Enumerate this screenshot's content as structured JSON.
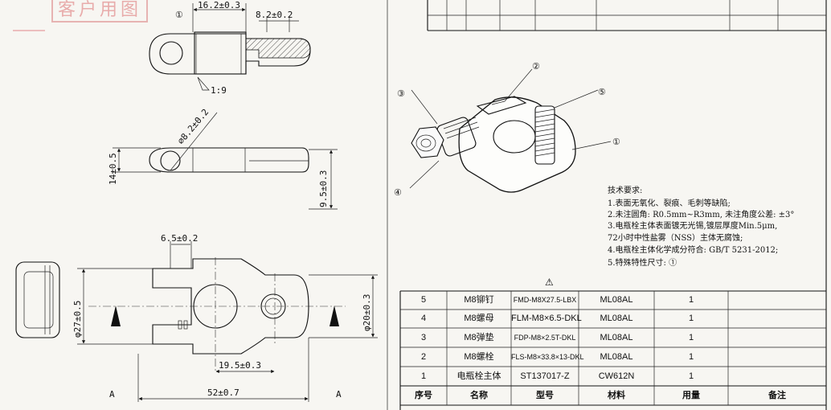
{
  "stamp": {
    "text": "客户用图"
  },
  "drawing": {
    "view_top": {
      "balloon": "①",
      "dim_width": "16.2±0.3",
      "dim_step": "8.2±0.2",
      "taper": "1:9"
    },
    "view_side": {
      "dim_hole": "⌀8.2±0.2",
      "dim_height": "14±0.5",
      "dim_offset": "9.5±0.3"
    },
    "view_plan": {
      "dim_slot": "6.5±0.2",
      "dim_outer": "φ27±0.5",
      "dim_eye": "φ20±0.3",
      "dim_centers": "19.5±0.3",
      "dim_length": "52±0.7",
      "section_left": "A",
      "section_right": "A"
    },
    "iso_balloons": [
      "①",
      "②",
      "③",
      "④",
      "⑤"
    ]
  },
  "requirements": {
    "title": "技术要求:",
    "items": [
      "1.表面无氧化、裂痕、毛刺等缺陷;",
      "2.未注圆角: R0.5mm~R3mm, 未注角度公差: ±3°",
      "3.电瓶栓主体表面镀无光锡,镀层厚度Min.5μm,",
      "   72小时中性盐雾（NSS）主体无腐蚀;",
      "4.电瓶栓主体化学成分符合: GB/T 5231-2012;",
      "5.特殊特性尺寸: ①"
    ]
  },
  "bom": {
    "revision_mark": "⚠",
    "headers": [
      "序号",
      "名称",
      "型号",
      "材料",
      "用量",
      "备注"
    ],
    "rows": [
      [
        "5",
        "M8铆钉",
        "FMD-M8X27.5-LBX",
        "ML08AL",
        "1",
        ""
      ],
      [
        "4",
        "M8螺母",
        "FLM-M8×6.5-DKL",
        "ML08AL",
        "1",
        ""
      ],
      [
        "3",
        "M8弹垫",
        "FDP-M8×2.5T-DKL",
        "ML08AL",
        "1",
        ""
      ],
      [
        "2",
        "M8螺栓",
        "FLS-M8×33.8×13-DKL",
        "ML08AL",
        "1",
        ""
      ],
      [
        "1",
        "电瓶栓主体",
        "ST137017-Z",
        "CW612N",
        "1",
        ""
      ]
    ]
  }
}
